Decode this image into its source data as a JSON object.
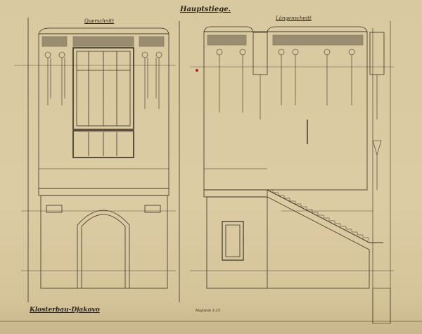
{
  "title": "Hauptstiege.",
  "views": {
    "cross_section": "Querschnitt",
    "longitudinal_section": "Längenschnitt"
  },
  "project": "Klosterbau-Djakovo",
  "scale": "Maßstab 1:25",
  "colors": {
    "paper": "#d8c9a0",
    "ink": "#2a2418",
    "stamp": "#b02020"
  }
}
